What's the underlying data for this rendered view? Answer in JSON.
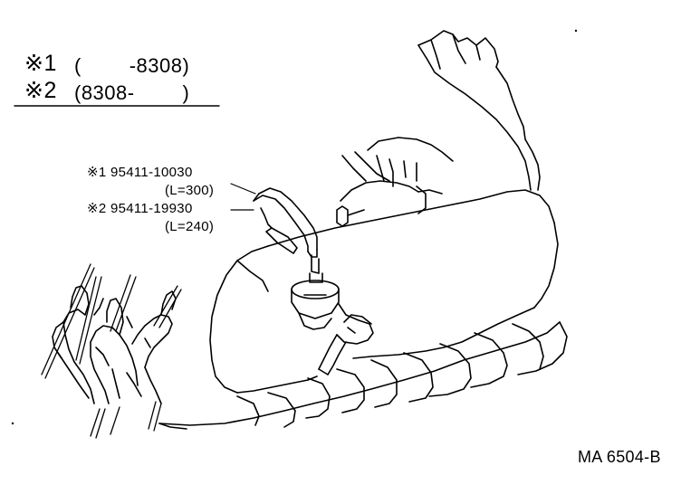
{
  "legend": {
    "row1": {
      "mark": "※1",
      "range": "(        -8308)"
    },
    "row2": {
      "mark": "※2",
      "range": "(8308-        )"
    }
  },
  "parts": [
    {
      "number": "※1 95411-10030",
      "length": "(L=300)"
    },
    {
      "number": "※2 95411-19930",
      "length": "(L=240)"
    }
  ],
  "diagram_code": "MA 6504-B"
}
